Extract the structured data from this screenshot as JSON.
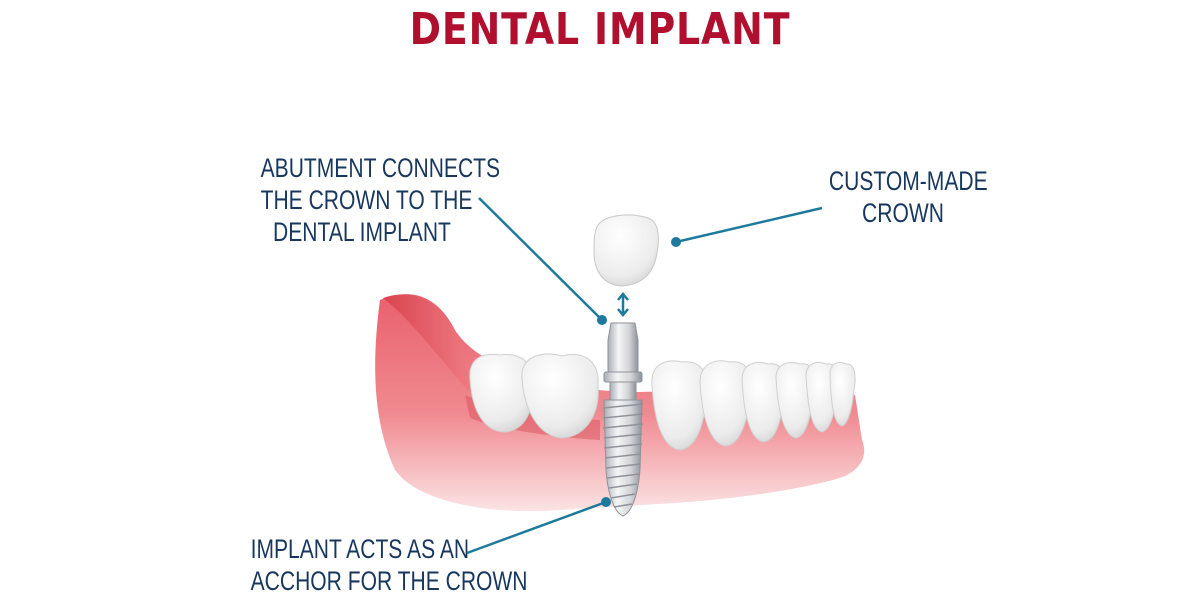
{
  "title": "DENTAL IMPLANT",
  "labels": {
    "abutment": {
      "lines": [
        "ABUTMENT CONNECTS",
        "THE CROWN TO THE",
        "DENTAL IMPLANT"
      ]
    },
    "crown": {
      "lines": [
        "CUSTOM-MADE",
        "CROWN"
      ]
    },
    "implant": {
      "lines": [
        "IMPLANT ACTS AS AN",
        "ACCHOR FOR THE CROWN"
      ]
    }
  },
  "colors": {
    "title": "#b0102e",
    "label_text": "#17375e",
    "leader_line": "#1e7a9c",
    "gum": "#e8727a",
    "tooth": "#f3f3f3"
  }
}
